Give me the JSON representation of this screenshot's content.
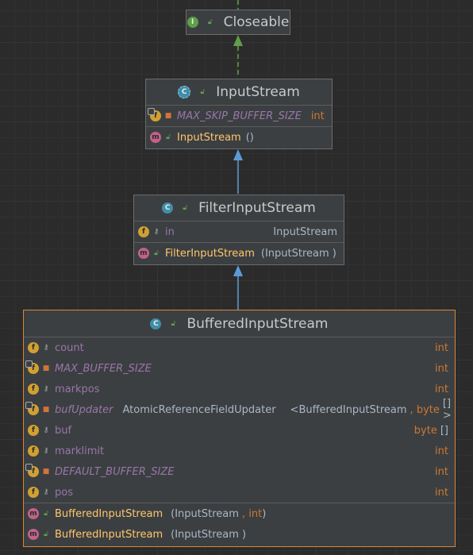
{
  "colors": {
    "background": "#2b2b2b",
    "node_fill": "#3c3f41",
    "field_name": "#9876aa",
    "method_name": "#ffc66d",
    "keyword_type": "#cc7832",
    "arrow_extends": "#5b9bd5",
    "arrow_implements": "#5f9f48",
    "selected_border": "#d58639"
  },
  "closeable": {
    "kind_icon": "interface-icon",
    "name": "Closeable"
  },
  "input_stream": {
    "kind_icon": "abstract-class-icon",
    "name": "InputStream",
    "fields": [
      {
        "name": "MAX_SKIP_BUFFER_SIZE",
        "type": "int"
      }
    ],
    "methods": [
      {
        "name": "InputStream",
        "params": "()"
      }
    ]
  },
  "filter_input_stream": {
    "kind_icon": "class-icon",
    "name": "FilterInputStream",
    "fields": [
      {
        "name": "in",
        "type": "InputStream"
      }
    ],
    "methods": [
      {
        "name": "FilterInputStream",
        "params": "(InputStream )"
      }
    ]
  },
  "buffered_input_stream": {
    "kind_icon": "class-icon",
    "name": "BufferedInputStream",
    "fields": [
      {
        "name": "count",
        "type": "int"
      },
      {
        "name": "MAX_BUFFER_SIZE",
        "type": "int"
      },
      {
        "name": "markpos",
        "type": "int"
      },
      {
        "name": "bufUpdater",
        "type_main": "AtomicReferenceFieldUpdater",
        "type_generic_open": "<BufferedInputStream",
        "type_generic_sep": ", ",
        "type_generic_kw": "byte",
        "type_generic_close": "[] >"
      },
      {
        "name": "buf",
        "type": "byte",
        "type_suffix": "[]"
      },
      {
        "name": "marklimit",
        "type": "int"
      },
      {
        "name": "DEFAULT_BUFFER_SIZE",
        "type": "int"
      },
      {
        "name": "pos",
        "type": "int"
      }
    ],
    "methods": [
      {
        "name": "BufferedInputStream",
        "params_open": "(InputStream",
        "params_sep": " , ",
        "params_kw": "int",
        "params_close": ")"
      },
      {
        "name": "BufferedInputStream",
        "params": "(InputStream )"
      }
    ]
  }
}
